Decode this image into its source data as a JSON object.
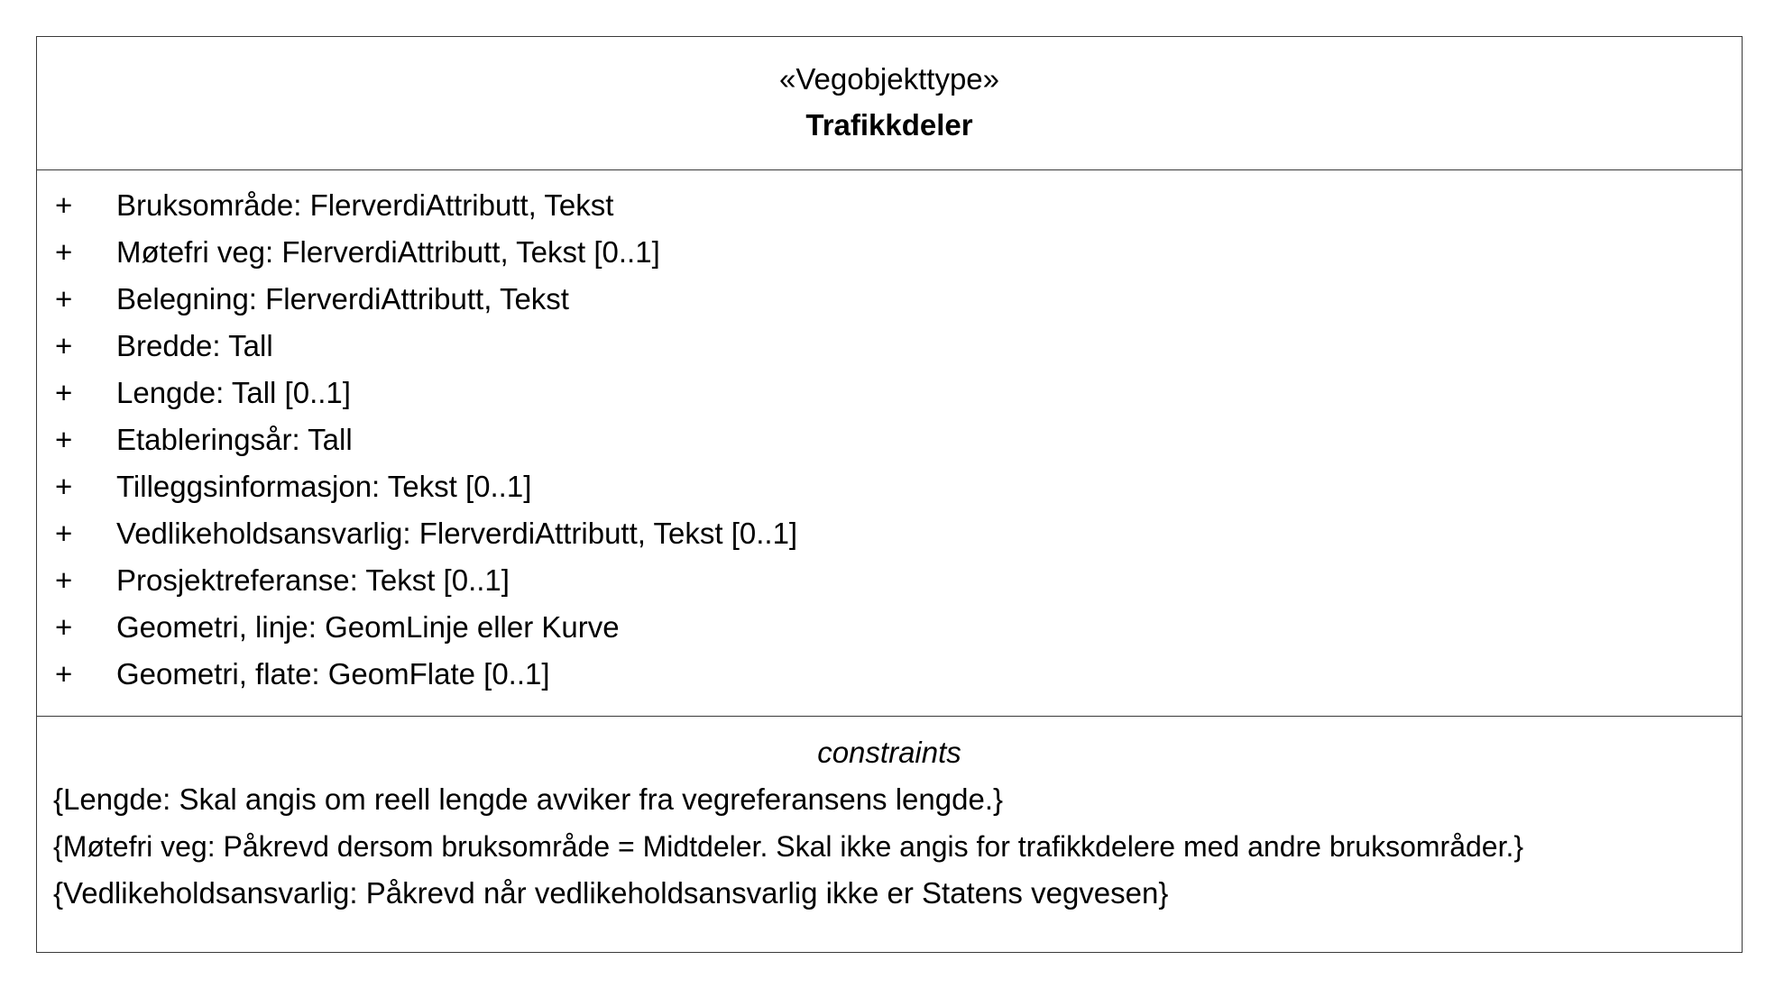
{
  "class": {
    "stereotype": "«Vegobjekttype»",
    "name": "Trafikkdeler"
  },
  "attributes": [
    {
      "visibility": "+",
      "text": "Bruksområde: FlerverdiAttributt, Tekst"
    },
    {
      "visibility": "+",
      "text": "Møtefri veg: FlerverdiAttributt, Tekst [0..1]"
    },
    {
      "visibility": "+",
      "text": "Belegning: FlerverdiAttributt, Tekst"
    },
    {
      "visibility": "+",
      "text": "Bredde: Tall"
    },
    {
      "visibility": "+",
      "text": "Lengde: Tall [0..1]"
    },
    {
      "visibility": "+",
      "text": "Etableringsår: Tall"
    },
    {
      "visibility": "+",
      "text": "Tilleggsinformasjon: Tekst [0..1]"
    },
    {
      "visibility": "+",
      "text": "Vedlikeholdsansvarlig: FlerverdiAttributt, Tekst [0..1]"
    },
    {
      "visibility": "+",
      "text": "Prosjektreferanse: Tekst [0..1]"
    },
    {
      "visibility": "+",
      "text": "Geometri, linje: GeomLinje eller Kurve"
    },
    {
      "visibility": "+",
      "text": "Geometri, flate: GeomFlate [0..1]"
    }
  ],
  "constraints": {
    "title": "constraints",
    "items": [
      "{Lengde: Skal angis om reell lengde avviker fra vegreferansens lengde.}",
      "{Møtefri veg: Påkrevd dersom bruksområde = Midtdeler. Skal ikke angis for trafikkdelere med andre bruksområder.}",
      "{Vedlikeholdsansvarlig: Påkrevd når vedlikeholdsansvarlig ikke er Statens vegvesen}"
    ]
  }
}
